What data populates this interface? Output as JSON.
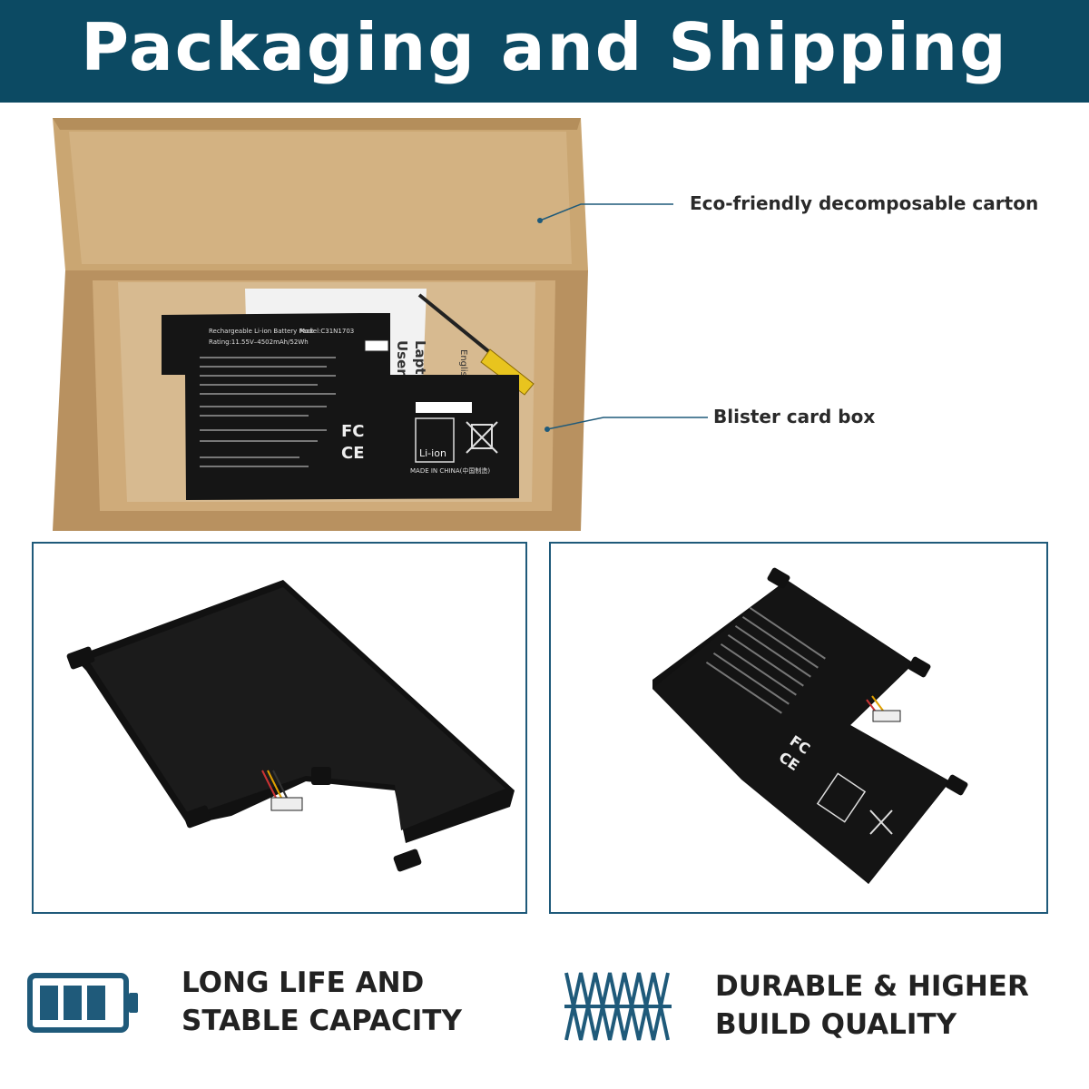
{
  "header": {
    "title": "Packaging and Shipping"
  },
  "callouts": [
    {
      "label": "Eco-friendly decomposable carton"
    },
    {
      "label": "Blister card box"
    }
  ],
  "battery_label": {
    "line1": "Rechargeable Li-ion Battery Pack",
    "model": "Model:C31N1703",
    "rating": "Rating:11.55V–4502mAh/52Wh",
    "made_in": "MADE IN CHINA(中国制造)",
    "liion": "Li-ion",
    "fc": "FC",
    "ce": "CE"
  },
  "manual": {
    "text1": "Laptop Batt",
    "text2": "User Manu",
    "text3": "English"
  },
  "features": [
    {
      "icon": "battery-icon",
      "lines": [
        "LONG LIFE AND",
        "STABLE CAPACITY"
      ]
    },
    {
      "icon": "spring-icon",
      "lines": [
        "DURABLE & HIGHER",
        "BUILD QUALITY"
      ]
    }
  ],
  "colors": {
    "banner": "#0c4a63",
    "accent": "#1f5a7a",
    "carton": "#c9a676",
    "battery": "#151515"
  }
}
